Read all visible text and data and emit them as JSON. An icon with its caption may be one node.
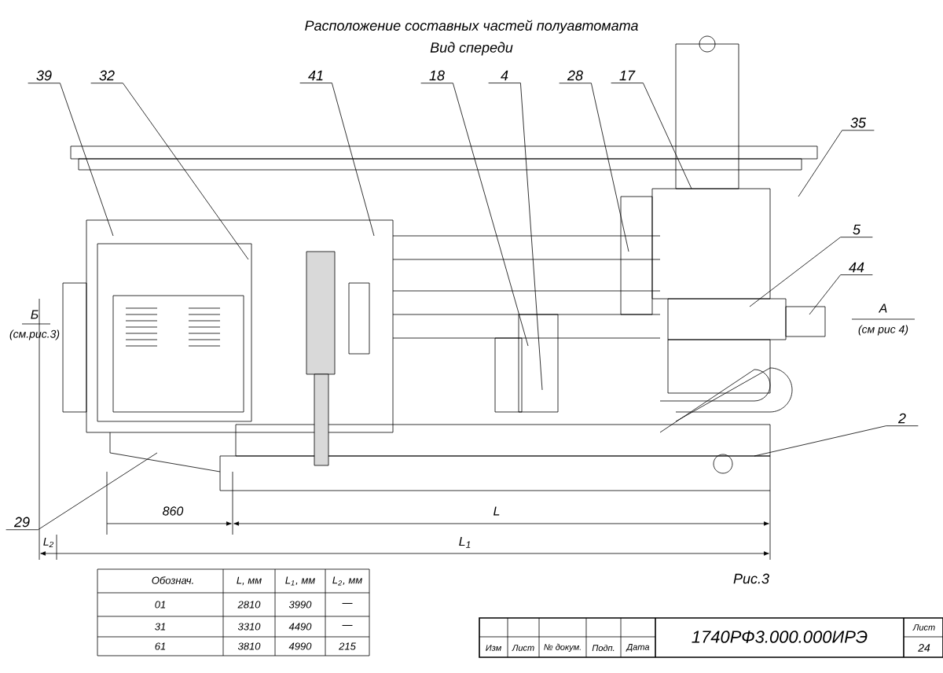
{
  "diagram": {
    "nodes": [
      {
        "text": [
          "39"
        ]
      },
      {
        "text": [
          "32"
        ]
      },
      {
        "text": [
          "41"
        ]
      },
      {
        "text": [
          "18"
        ]
      },
      {
        "text": [
          "4"
        ]
      },
      {
        "text": [
          "28"
        ]
      },
      {
        "text": [
          "17"
        ]
      },
      {
        "text": [
          "35"
        ]
      },
      {
        "text": [
          "5"
        ]
      },
      {
        "text": [
          "44"
        ]
      },
      {
        "text": [
          "2"
        ]
      },
      {
        "text": [
          "29"
        ]
      }
    ],
    "edges": [
      {
        "from": 0,
        "to": null,
        "arrow": "none"
      },
      {
        "from": 1,
        "to": null,
        "arrow": "none"
      },
      {
        "from": 2,
        "to": null,
        "arrow": "none"
      },
      {
        "from": 3,
        "to": null,
        "arrow": "none"
      },
      {
        "from": 4,
        "to": null,
        "arrow": "none"
      },
      {
        "from": 5,
        "to": null,
        "arrow": "none"
      },
      {
        "from": 6,
        "to": null,
        "arrow": "none"
      },
      {
        "from": 7,
        "to": null,
        "arrow": "none"
      },
      {
        "from": 8,
        "to": null,
        "arrow": "none"
      },
      {
        "from": 9,
        "to": null,
        "arrow": "none"
      },
      {
        "from": 10,
        "to": null,
        "arrow": "none"
      },
      {
        "from": 11,
        "to": null,
        "arrow": "none"
      }
    ],
    "labels": [
      "Расположение составных частей полуавтомата",
      "Вид спереди",
      "Б",
      "(см.рис.3)",
      "А",
      "(см рис 4)",
      "860",
      "L",
      "L$_{2}$",
      "L$_{1}$",
      "Обознач.",
      "L, мм",
      "L$_{1}$, мм",
      "L$_{2}$, мм",
      "Рис.3",
      "01",
      "2810",
      "3990",
      "—",
      "31",
      "3310",
      "4490",
      "—",
      "61",
      "3810",
      "4990",
      "215",
      "Изм",
      "Лист",
      "№ докум.",
      "Подп.",
      "Дата",
      "1740РФ3.000.000ИРЭ",
      "Лист",
      "24"
    ]
  }
}
